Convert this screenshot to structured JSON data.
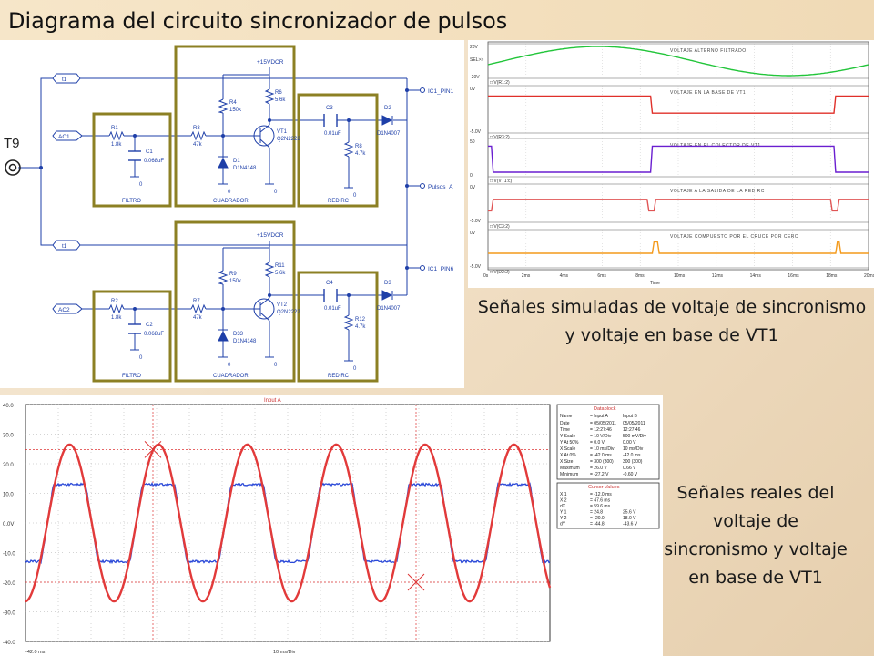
{
  "title": "Diagrama del circuito sincronizador de pulsos",
  "captions": {
    "sim": "Señales simuladas de voltaje de sincronismo y voltaje en base de VT1",
    "real": "Señales reales del voltaje de sincronismo y voltaje en base de VT1"
  },
  "schematic": {
    "terminal": "T9",
    "net_labels": {
      "t1_top": "t1",
      "ac1": "AC1",
      "t1_bot": "t1",
      "ac2": "AC2"
    },
    "supply_top": "+15VDCR",
    "supply_bot": "+15VDCR",
    "outputs": {
      "ic1_pin1": "IC1_PIN1",
      "pulsos": "Pulsos_A",
      "ic1_pin6": "IC1_PIN6"
    },
    "blocks": {
      "filtro1": "FILTRO",
      "cuad1": "CUADRADOR",
      "redrc1": "RED RC",
      "filtro2": "FILTRO",
      "cuad2": "CUADRADOR",
      "redrc2": "RED RC"
    },
    "parts": {
      "r1": "R1",
      "r1v": "1.8k",
      "c1": "C1",
      "c1v": "0.068uF",
      "r3": "R3",
      "r3v": "47k",
      "r4": "R4",
      "r4v": "150k",
      "r6": "R6",
      "r6v": "5.6k",
      "vt1": "VT1",
      "vt1v": "Q2N2222",
      "d1": "D1",
      "d1v": "D1N4148",
      "c3": "C3",
      "c3v": "0.01uF",
      "r8": "R8",
      "r8v": "4.7k",
      "d2": "D2",
      "d2v": "D1N4007",
      "r2": "R2",
      "r2v": "1.8k",
      "c2": "C2",
      "c2v": "0.068uF",
      "r7": "R7",
      "r7v": "47k",
      "r9": "R9",
      "r9v": "150k",
      "r11": "R11",
      "r11v": "5.6k",
      "vt2": "VT2",
      "vt2v": "Q2N2222",
      "d33": "D33",
      "d33v": "D1N4148",
      "c4": "C4",
      "c4v": "0.01uF",
      "r12": "R12",
      "r12v": "4.7k",
      "d3": "D3",
      "d3v": "D1N4007",
      "zero": "0"
    }
  },
  "simulation": {
    "traces": [
      {
        "name": "VOLTAJE ALTERNO FILTRADO",
        "color": "#22c53a",
        "yt": "20V",
        "yb": "-20V",
        "ylabel": "SEL>>",
        "probe": "V(R1:2)"
      },
      {
        "name": "VOLTAJE EN LA BASE DE VT1",
        "color": "#e0302a",
        "yt": "0V",
        "yb": "-5.0V",
        "ylabel": "",
        "probe": "V(R3:2)"
      },
      {
        "name": "VOLTAJE EN EL COLECTOR DE VT1",
        "color": "#6a1fd0",
        "yt": "50",
        "yb": "0",
        "ylabel": "",
        "probe": "V(VT1:c)"
      },
      {
        "name": "VOLTAJE A LA SALIDA DE LA RED RC",
        "color": "#e05555",
        "yt": "0V",
        "yb": "-5.0V",
        "ylabel": "",
        "probe": "V(C3:2)"
      },
      {
        "name": "VOLTAJE COMPUESTO POR EL CRUCE POR CERO",
        "color": "#f39a1c",
        "yt": "0V",
        "yb": "-5.0V",
        "ylabel": "",
        "probe": "V(D2:2)"
      }
    ],
    "x_ticks": [
      "0s",
      "2ms",
      "4ms",
      "6ms",
      "8ms",
      "10ms",
      "12ms",
      "14ms",
      "16ms",
      "18ms",
      "20ms"
    ],
    "x_label": "Time"
  },
  "scope": {
    "header_label": "Input A",
    "y_ticks": [
      "40.0",
      "30.0",
      "20.0",
      "10.0",
      "0.0V",
      "-10.0",
      "-20.0",
      "-30.0",
      "-40.0"
    ],
    "x_start": "-42.0 ms",
    "x_div": "10 ms/Div",
    "cursor_values": {
      "y1": "24.8",
      "y2": "-20.0"
    },
    "datablock": {
      "title": "Datablock",
      "cols": [
        "Name",
        "= Input A",
        "Input B"
      ],
      "rows": [
        [
          "Date",
          "= 05/05/2011",
          "05/05/2011"
        ],
        [
          "Time",
          "= 12:27:46",
          "12:27:46"
        ],
        [
          "Y Scale",
          "= 10   V/Div",
          "500  mV/Div"
        ],
        [
          "Y At 50%",
          "= 0.0 V",
          "0.00 V"
        ],
        [
          "X Scale",
          "= 10  ms/Div",
          "10   ms/Div"
        ],
        [
          "X At 0%",
          "= -42.0 ms",
          "-42.0 ms"
        ],
        [
          "X Size",
          "= 300 (300)",
          "300 (300)"
        ],
        [
          "Maximum",
          "= 26.0 V",
          "0.66 V"
        ],
        [
          "Minimum",
          "= -27.2 V",
          "-0.60 V"
        ]
      ]
    },
    "cursor_block": {
      "title": "Cursor Values",
      "rows": [
        [
          "X 1",
          "= -12.0 ms",
          ""
        ],
        [
          "X 2",
          "= 47.6 ms",
          ""
        ],
        [
          "dX",
          "= 59.6 ms",
          ""
        ],
        [
          "Y 1",
          "= 24.8",
          "25.6 V"
        ],
        [
          "Y 2",
          "= -20.0",
          "18.0 V"
        ],
        [
          "dY",
          "= -44.8",
          "-43.6 V"
        ]
      ]
    }
  },
  "colors": {
    "scope_red": "#e23a3a",
    "scope_blue": "#2b49d8",
    "block_border": "#8c8024",
    "wire": "#1e3fa8"
  }
}
